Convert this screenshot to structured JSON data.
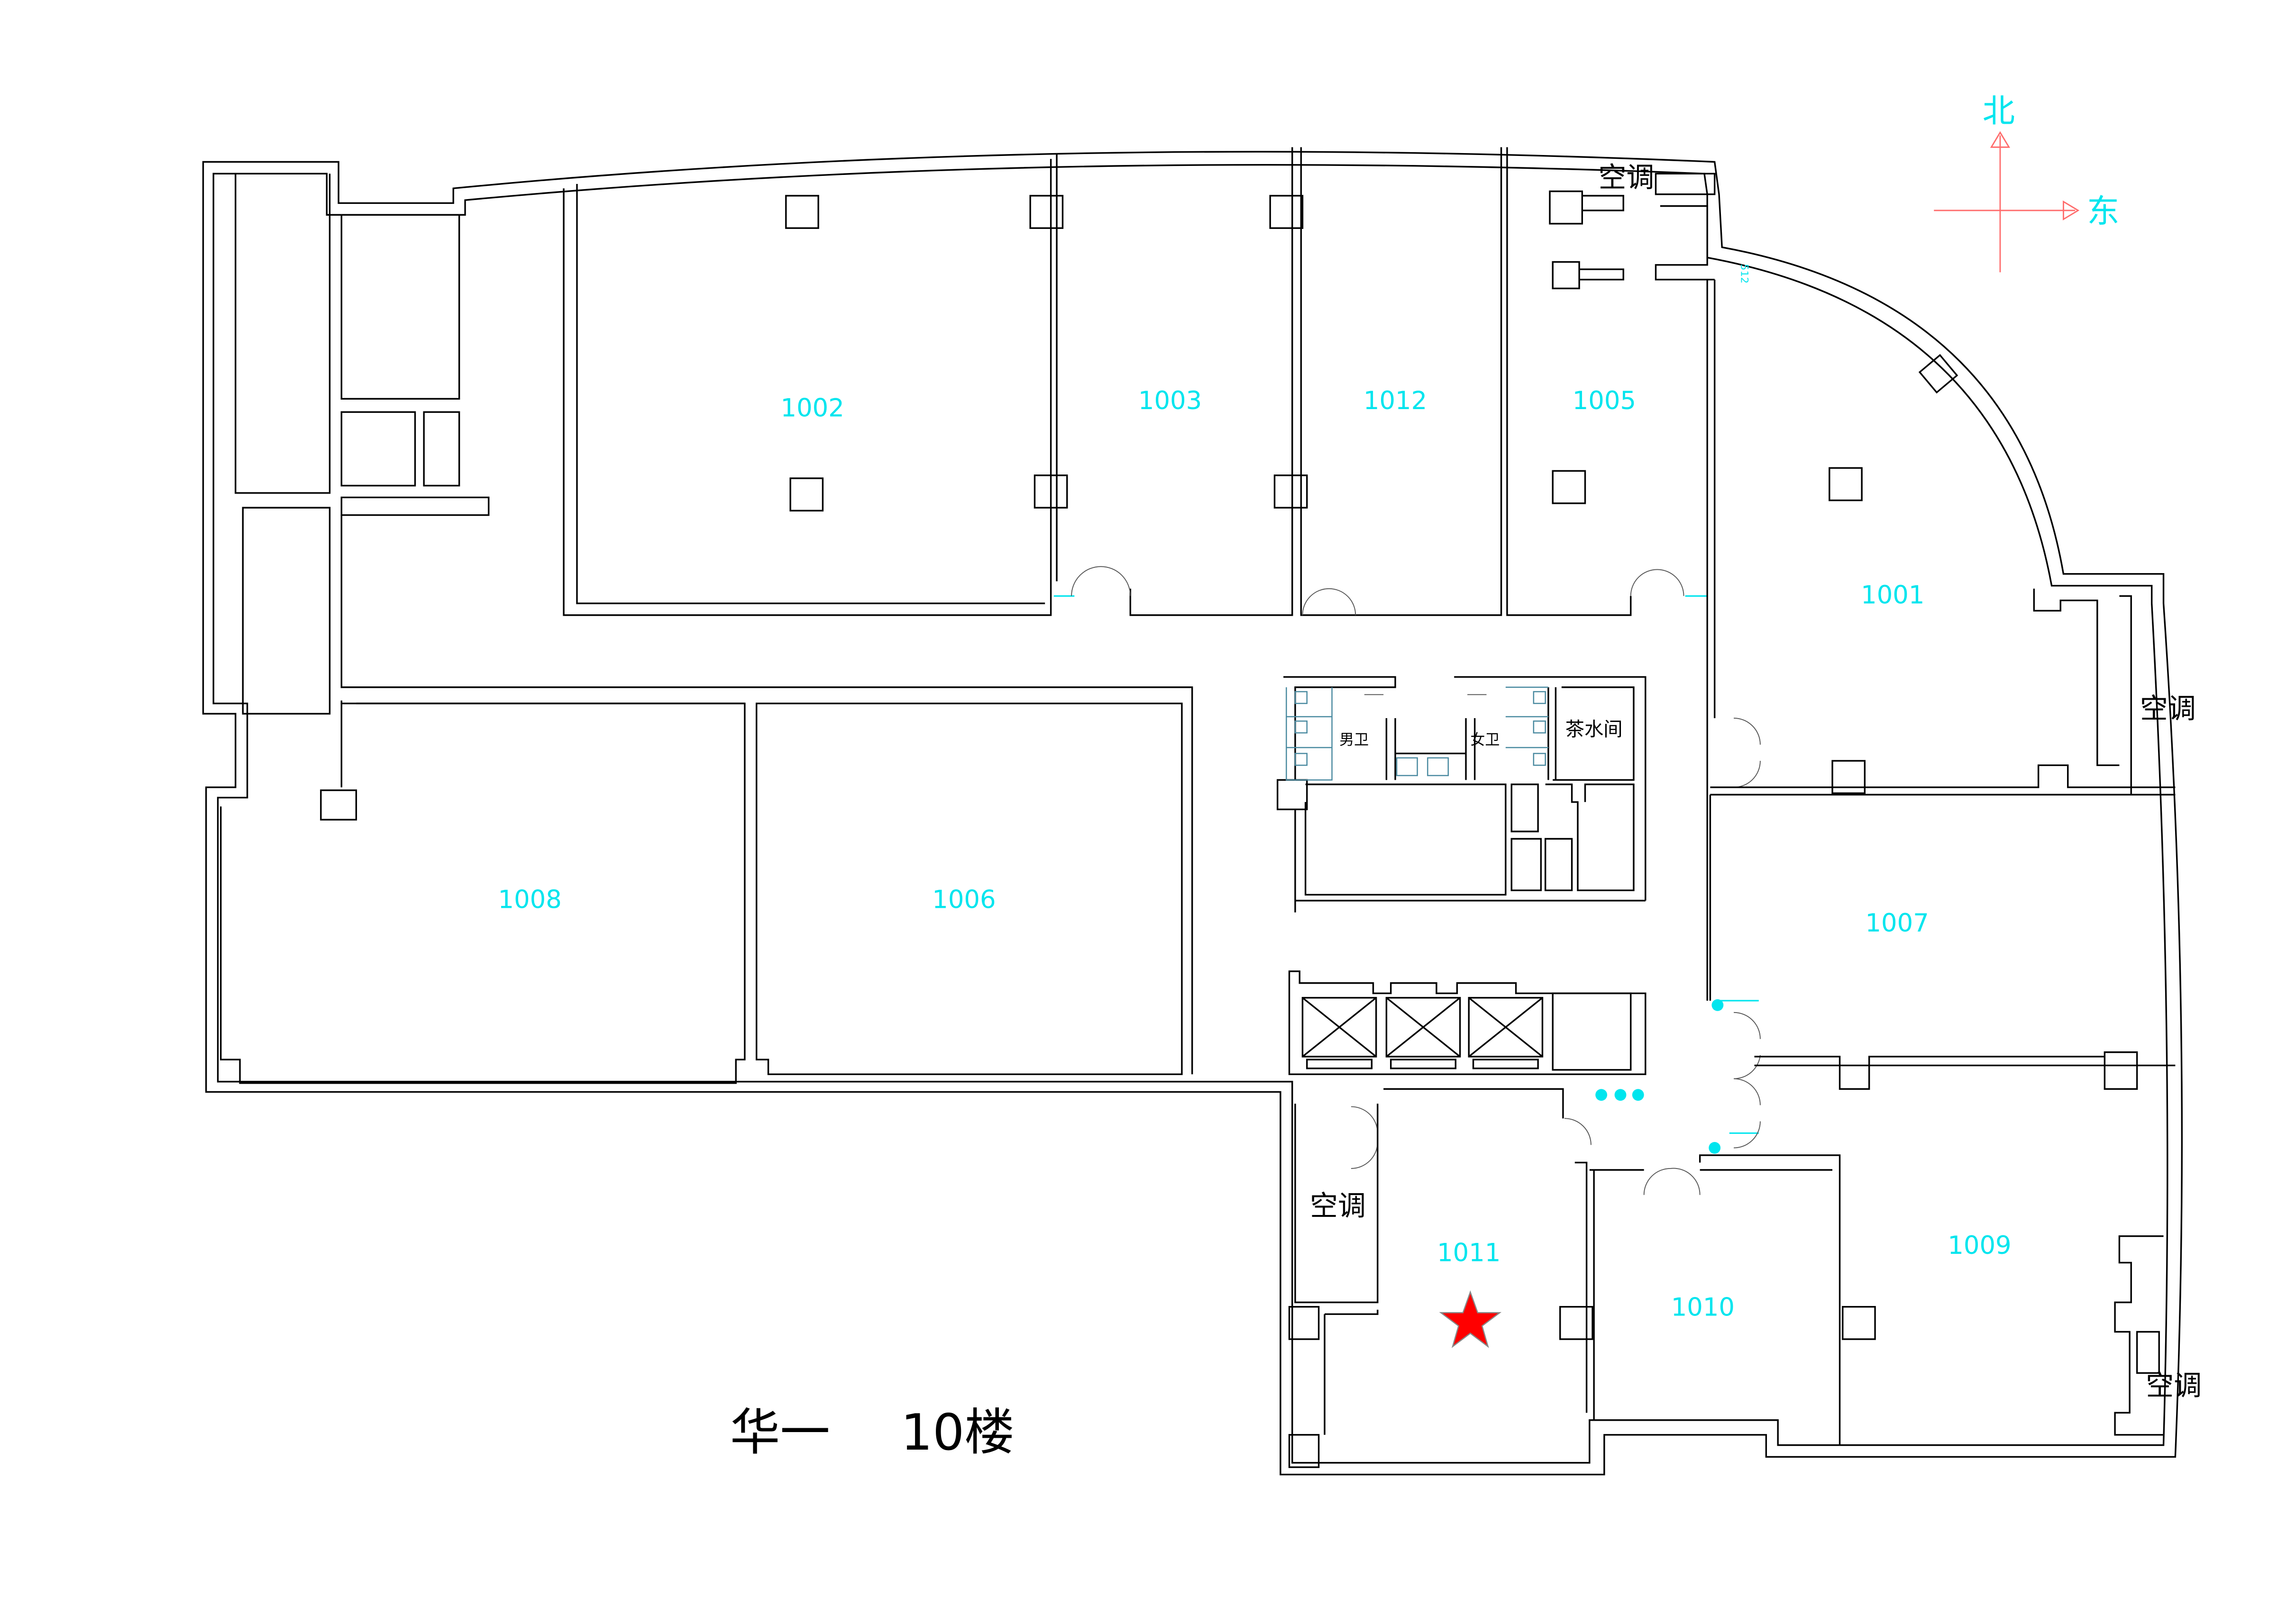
{
  "title": {
    "building": "华一",
    "floor": "10楼"
  },
  "compass": {
    "north": "北",
    "east": "东",
    "arrow_color": "#ff6b6b",
    "label_color": "#00e5ee"
  },
  "rooms": {
    "r1001": "1001",
    "r1002": "1002",
    "r1003": "1003",
    "r1005": "1005",
    "r1006": "1006",
    "r1007": "1007",
    "r1008": "1008",
    "r1009": "1009",
    "r1010": "1010",
    "r1011": "1011",
    "r1012": "1012"
  },
  "facilities": {
    "ac": "空调",
    "mens_restroom": "男卫",
    "womens_restroom": "女卫",
    "pantry": "茶水间",
    "dimension": "512"
  },
  "marker": {
    "type": "star",
    "room": "1011",
    "color": "#ff0000"
  }
}
